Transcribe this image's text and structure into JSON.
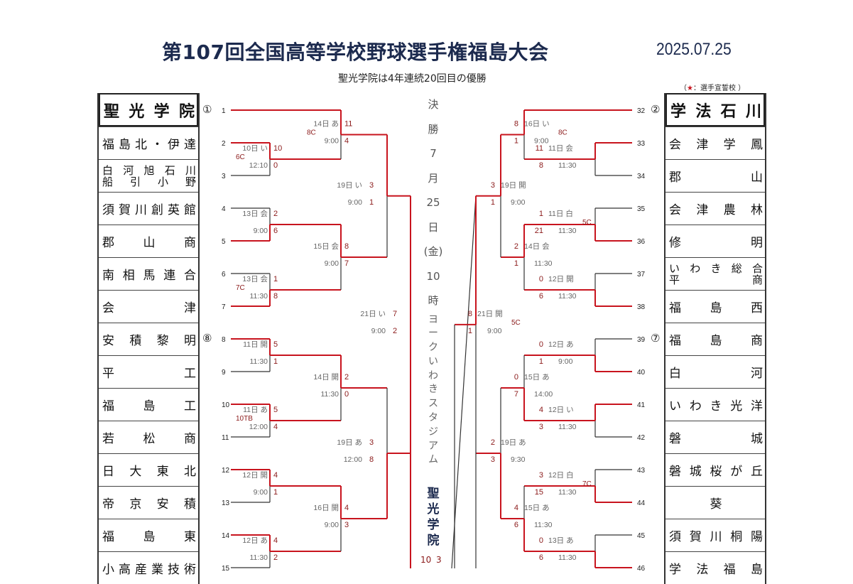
{
  "header": {
    "title": "第107回全国高等学校野球選手権福島大会",
    "date": "2025.07.25",
    "subtitle": "聖光学院は4年連続20回目の優勝",
    "legend_prefix": "（",
    "legend_star": "★",
    "legend_text": "：選手宣誓校 ）"
  },
  "final": {
    "label_chars": [
      "決",
      "勝",
      "7",
      "月",
      "25",
      "日",
      "(金)",
      "10",
      "時"
    ],
    "venue_chars": [
      "ヨ",
      "ー",
      "ク",
      "い",
      "わ",
      "き",
      "ス",
      "タ",
      "ジ",
      "ア",
      "ム"
    ],
    "champion_chars": [
      "聖",
      "光",
      "学",
      "院"
    ],
    "score_left": "10",
    "score_right": "3"
  },
  "left_teams": [
    {
      "no": "1",
      "name": [
        "聖",
        "光",
        "学",
        "院"
      ],
      "seed": "①",
      "winner": true,
      "seed1": true
    },
    {
      "no": "2",
      "name": [
        "福",
        "島",
        "北",
        "・",
        "伊",
        "達"
      ],
      "winner": true
    },
    {
      "no": "3",
      "name": [
        "白",
        "河",
        "旭",
        "石",
        "川"
      ],
      "name2": [
        "船",
        "引",
        "小",
        "野"
      ],
      "winner": false
    },
    {
      "no": "4",
      "name": [
        "須",
        "賀",
        "川",
        "創",
        "英",
        "館"
      ],
      "winner": false
    },
    {
      "no": "5",
      "name": [
        "郡",
        "山",
        "商"
      ],
      "winner": true
    },
    {
      "no": "6",
      "name": [
        "南",
        "相",
        "馬",
        "連",
        "合"
      ],
      "winner": false
    },
    {
      "no": "7",
      "name": [
        "会",
        "津"
      ],
      "winner": true
    },
    {
      "no": "8",
      "name": [
        "安",
        "積",
        "黎",
        "明"
      ],
      "seed": "⑧",
      "winner": true
    },
    {
      "no": "9",
      "name": [
        "平",
        "工"
      ],
      "winner": false
    },
    {
      "no": "10",
      "name": [
        "福",
        "島",
        "工"
      ],
      "winner": true
    },
    {
      "no": "11",
      "name": [
        "若",
        "松",
        "商"
      ],
      "winner": false
    },
    {
      "no": "12",
      "name": [
        "日",
        "大",
        "東",
        "北"
      ],
      "winner": true
    },
    {
      "no": "13",
      "name": [
        "帝",
        "京",
        "安",
        "積"
      ],
      "winner": false
    },
    {
      "no": "14",
      "name": [
        "福",
        "島",
        "東"
      ],
      "winner": true
    },
    {
      "no": "15",
      "name": [
        "小",
        "高",
        "産",
        "業",
        "技",
        "術"
      ],
      "winner": false
    }
  ],
  "right_teams": [
    {
      "no": "32",
      "name": [
        "学",
        "法",
        "石",
        "川"
      ],
      "seed": "②",
      "winner": true,
      "big": true
    },
    {
      "no": "33",
      "name": [
        "会",
        "津",
        "学",
        "鳳"
      ],
      "winner": true
    },
    {
      "no": "34",
      "name": [
        "郡",
        "山"
      ],
      "winner": false
    },
    {
      "no": "35",
      "name": [
        "会",
        "津",
        "農",
        "林"
      ],
      "winner": false
    },
    {
      "no": "36",
      "name": [
        "修",
        "明"
      ],
      "winner": true
    },
    {
      "no": "37",
      "name": [
        "い",
        "わ",
        "き",
        "総",
        "合"
      ],
      "name2": [
        "平",
        "商"
      ],
      "winner": false
    },
    {
      "no": "38",
      "name": [
        "福",
        "島",
        "西"
      ],
      "winner": true
    },
    {
      "no": "39",
      "name": [
        "福",
        "島",
        "商"
      ],
      "seed": "⑦",
      "winner": false
    },
    {
      "no": "40",
      "name": [
        "白",
        "河"
      ],
      "winner": true
    },
    {
      "no": "41",
      "name": [
        "い",
        "わ",
        "き",
        "光",
        "洋"
      ],
      "winner": true
    },
    {
      "no": "42",
      "name": [
        "磐",
        "城"
      ],
      "winner": false
    },
    {
      "no": "43",
      "name": [
        "磐",
        "城",
        "桜",
        "が",
        "丘"
      ],
      "winner": false
    },
    {
      "no": "44",
      "name": [
        "葵"
      ],
      "winner": true,
      "center": true
    },
    {
      "no": "45",
      "name": [
        "須",
        "賀",
        "川",
        "桐",
        "陽"
      ],
      "winner": false
    },
    {
      "no": "46",
      "name": [
        "学",
        "法",
        "福",
        "島"
      ],
      "winner": true
    }
  ],
  "left_games": [
    {
      "id": "L-r1-2v3",
      "date": "10日 い",
      "time": "12:10",
      "score_top": "10",
      "score_bot": "0",
      "note": "6C"
    },
    {
      "id": "L-r2-1v23",
      "date": "14日 あ",
      "time": "9:00",
      "score_top": "11",
      "score_bot": "4",
      "note": "8C"
    },
    {
      "id": "L-r1-4v5",
      "date": "13日 会",
      "time": "9:00",
      "score_top": "2",
      "score_bot": "6"
    },
    {
      "id": "L-r1-6v7",
      "date": "13日 会",
      "time": "11:30",
      "score_top": "1",
      "score_bot": "8",
      "note": "7C"
    },
    {
      "id": "L-r2-45v67",
      "date": "15日 会",
      "time": "9:00",
      "score_top": "8",
      "score_bot": "7"
    },
    {
      "id": "L-r3-top",
      "date": "19日 い",
      "time": "9:00",
      "score_top": "3",
      "score_bot": "1"
    },
    {
      "id": "L-r1-8v9",
      "date": "11日 開",
      "time": "11:30",
      "score_top": "5",
      "score_bot": "1"
    },
    {
      "id": "L-r1-10v11",
      "date": "11日 あ",
      "time": "12:00",
      "score_top": "5",
      "score_bot": "4",
      "note": "10TB"
    },
    {
      "id": "L-r2-89v1011",
      "date": "14日 開",
      "time": "11:30",
      "score_top": "2",
      "score_bot": "0"
    },
    {
      "id": "L-r1-12v13",
      "date": "12日 開",
      "time": "9:00",
      "score_top": "4",
      "score_bot": "1"
    },
    {
      "id": "L-r1-14v15",
      "date": "12日 あ",
      "time": "11:30",
      "score_top": "4",
      "score_bot": "2"
    },
    {
      "id": "L-r2-1213v1415",
      "date": "16日 開",
      "time": "9:00",
      "score_top": "4",
      "score_bot": "3"
    },
    {
      "id": "L-r3-bot",
      "date": "19日 あ",
      "time": "12:00",
      "score_top": "3",
      "score_bot": "8"
    },
    {
      "id": "L-semi",
      "date": "21日 い",
      "time": "9:00",
      "score_top": "7",
      "score_bot": "2"
    }
  ],
  "right_games": [
    {
      "id": "R-r1-33v34",
      "date": "11日 会",
      "time": "11:30",
      "score_top": "11",
      "score_bot": "8"
    },
    {
      "id": "R-r2-32v3334",
      "date": "16日 い",
      "time": "9:00",
      "score_top": "8",
      "score_bot": "1",
      "note": "8C"
    },
    {
      "id": "R-r1-35v36",
      "date": "11日 白",
      "time": "11:30",
      "score_top": "1",
      "score_bot": "21",
      "note": "5C"
    },
    {
      "id": "R-r1-37v38",
      "date": "12日 開",
      "time": "11:30",
      "score_top": "0",
      "score_bot": "6"
    },
    {
      "id": "R-r2-3536v3738",
      "date": "14日 会",
      "time": "11:30",
      "score_top": "2",
      "score_bot": "1"
    },
    {
      "id": "R-r3-top",
      "date": "19日 開",
      "time": "9:00",
      "score_top": "3",
      "score_bot": "1"
    },
    {
      "id": "R-r1-39v40",
      "date": "12日 あ",
      "time": "9:00",
      "score_top": "0",
      "score_bot": "1"
    },
    {
      "id": "R-r1-41v42",
      "date": "12日 い",
      "time": "11:30",
      "score_top": "4",
      "score_bot": "3"
    },
    {
      "id": "R-r2-3940v4142",
      "date": "15日 あ",
      "time": "14:00",
      "score_top": "0",
      "score_bot": "7"
    },
    {
      "id": "R-r1-43v44",
      "date": "12日 白",
      "time": "11:30",
      "score_top": "3",
      "score_bot": "15",
      "note": "7C"
    },
    {
      "id": "R-r1-45v46",
      "date": "13日 あ",
      "time": "11:30",
      "score_top": "0",
      "score_bot": "6"
    },
    {
      "id": "R-r2-4344v4546",
      "date": "15日 あ",
      "time": "11:30",
      "score_top": "4",
      "score_bot": "6"
    },
    {
      "id": "R-r3-bot",
      "date": "19日 あ",
      "time": "9:30",
      "score_top": "2",
      "score_bot": "3"
    },
    {
      "id": "R-semi",
      "date": "21日 開",
      "time": "9:00",
      "score_top": "8",
      "score_bot": "1",
      "note": "5C"
    }
  ],
  "colors": {
    "winner_line": "#c8141e",
    "loser_line": "#333333",
    "score_text": "#8b1a1a",
    "schedule_text": "#666666",
    "title_text": "#1c2a4e"
  }
}
